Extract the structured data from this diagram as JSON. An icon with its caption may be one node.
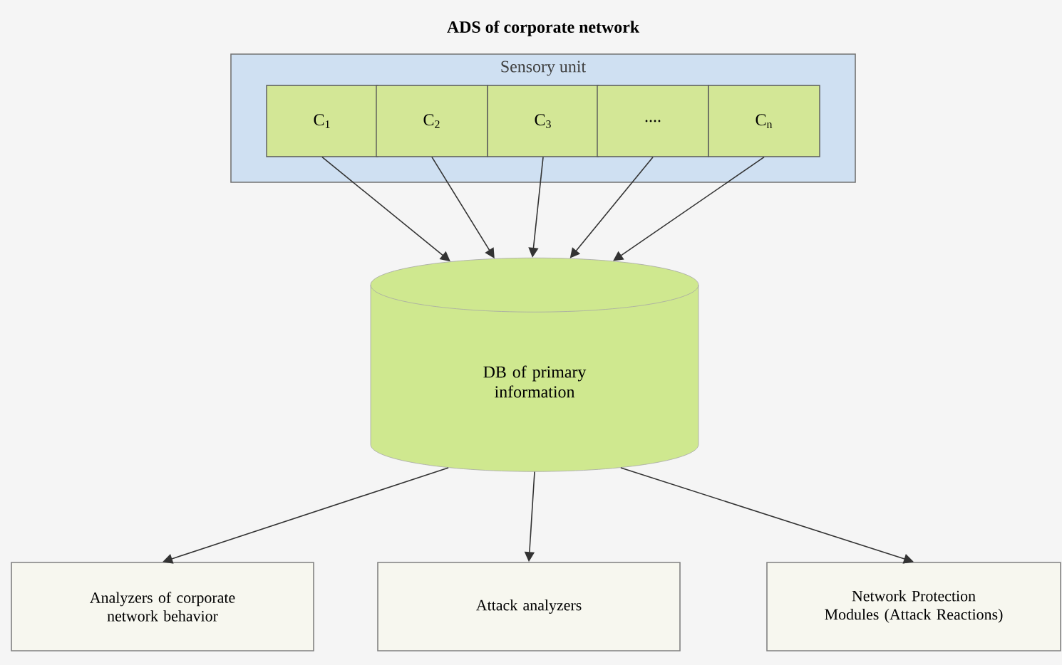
{
  "diagram": {
    "title": "ADS of  corporate network",
    "nodes": [
      {
        "text": [
          "Sensory unit"
        ]
      },
      {
        "text": [
          "C$_{1}$"
        ],
        "in": 0
      },
      {
        "text": [
          "C$_{2}$"
        ],
        "in": 0
      },
      {
        "text": [
          "C$_{3}$"
        ],
        "in": 0
      },
      {
        "text": [
          "...."
        ],
        "in": 0
      },
      {
        "text": [
          "C$_{n}$"
        ],
        "in": 0
      },
      {
        "text": [
          "DB of primary information"
        ]
      },
      {
        "text": [
          "Analyzers of corporate network behavior"
        ]
      },
      {
        "text": [
          "Attack analyzers"
        ]
      },
      {
        "text": [
          "Network Protection Modules (Attack Reactions)"
        ]
      }
    ],
    "edges": [
      {
        "from": 1,
        "to": 6,
        "arrow": "to"
      },
      {
        "from": 2,
        "to": 6,
        "arrow": "to"
      },
      {
        "from": 3,
        "to": 6,
        "arrow": "to"
      },
      {
        "from": 4,
        "to": 6,
        "arrow": "to"
      },
      {
        "from": 5,
        "to": 6,
        "arrow": "to"
      },
      {
        "from": 6,
        "to": 7,
        "arrow": "to"
      },
      {
        "from": 6,
        "to": 8,
        "arrow": "to"
      },
      {
        "from": 6,
        "to": 9,
        "arrow": "to"
      }
    ]
  }
}
